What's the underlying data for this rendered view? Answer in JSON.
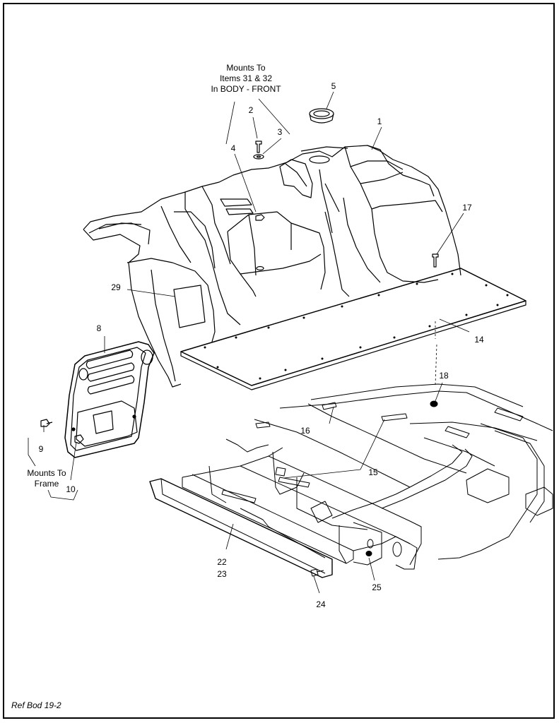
{
  "callouts": {
    "c1": "1",
    "c2": "2",
    "c3": "3",
    "c4": "4",
    "c5": "5",
    "c8": "8",
    "c9": "9",
    "c10": "10",
    "c14": "14",
    "c15": "15",
    "c16": "16",
    "c17": "17",
    "c18": "18",
    "c22": "22",
    "c23": "23",
    "c24": "24",
    "c25": "25",
    "c29": "29"
  },
  "notes": {
    "mounts_front": [
      "Mounts To",
      "Items 31 & 32",
      "In BODY - FRONT"
    ],
    "mounts_frame": [
      "Mounts To",
      "Frame"
    ]
  },
  "reference": "Ref Bod 19-2"
}
